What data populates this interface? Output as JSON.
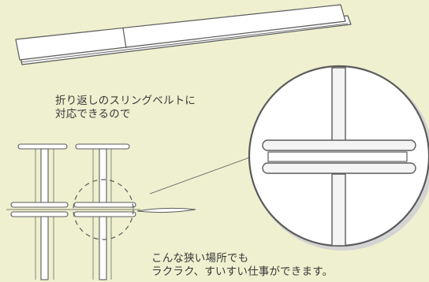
{
  "captions": {
    "top": {
      "line1": "折り返しのスリングベルトに",
      "line2": "対応できるので"
    },
    "bottom": {
      "line1": "こんな狭い場所でも",
      "line2": "ラクラク、すいすい仕事ができます。"
    }
  },
  "colors": {
    "background": "#eef0cf",
    "stroke": "#5c5c5c",
    "fill": "#ffffff",
    "bar_fill": "#f4f4f4",
    "shadow": "#cfcfcf"
  }
}
